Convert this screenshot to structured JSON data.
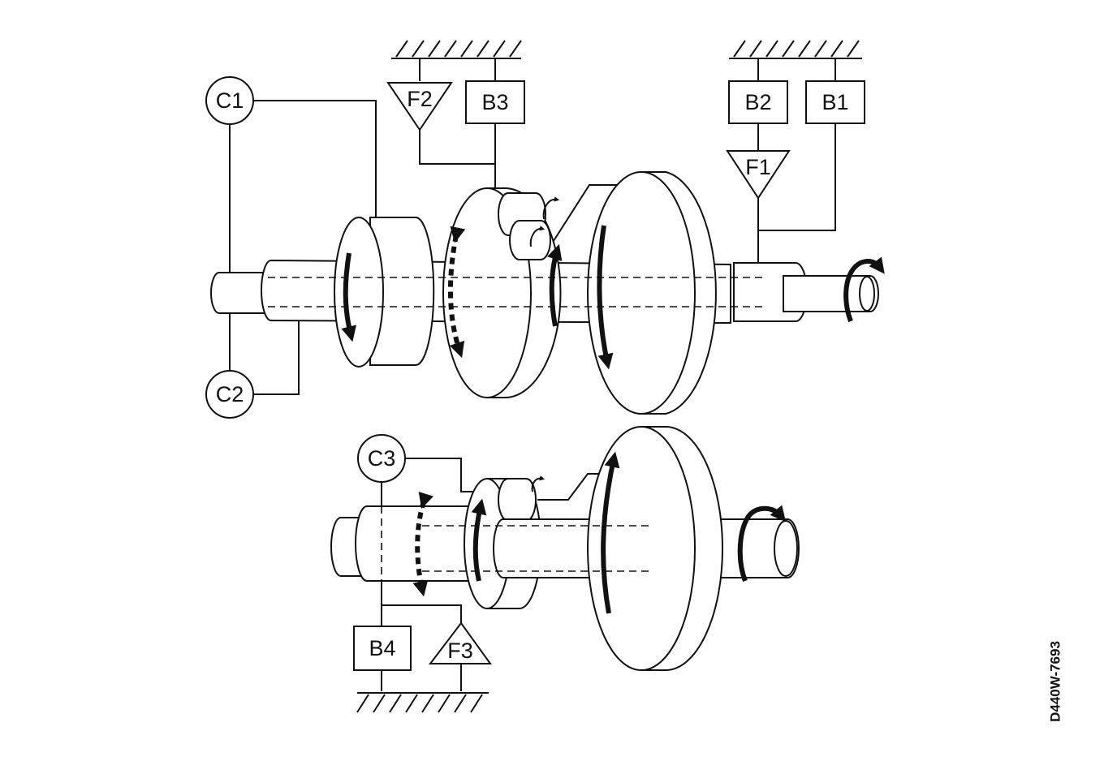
{
  "labels": {
    "c1": "C1",
    "c2": "C2",
    "c3": "C3",
    "b1": "B1",
    "b2": "B2",
    "b3": "B3",
    "b4": "B4",
    "f1": "F1",
    "f2": "F2",
    "f3": "F3"
  },
  "figure_code": "D440W-7693"
}
